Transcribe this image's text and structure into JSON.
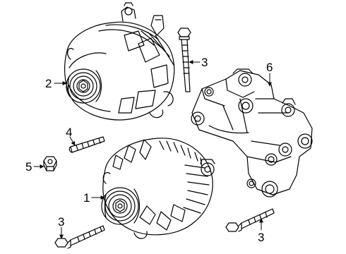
{
  "callouts": [
    {
      "id": "c1",
      "label": "1"
    },
    {
      "id": "c2",
      "label": "2"
    },
    {
      "id": "c3a",
      "label": "3"
    },
    {
      "id": "c3b",
      "label": "3"
    },
    {
      "id": "c3c",
      "label": "3"
    },
    {
      "id": "c4",
      "label": "4"
    },
    {
      "id": "c5",
      "label": "5"
    },
    {
      "id": "c6",
      "label": "6"
    }
  ]
}
